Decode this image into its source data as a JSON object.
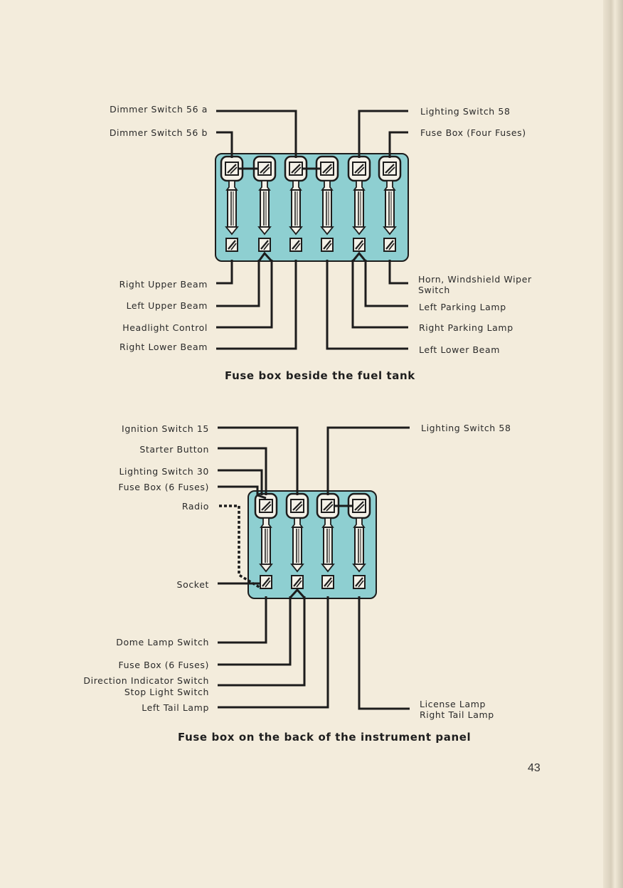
{
  "page": {
    "number": "43"
  },
  "diagram1": {
    "caption": "Fuse box beside the fuel tank",
    "left_labels": [
      "Dimmer Switch 56 a",
      "Dimmer Switch 56 b",
      "Right Upper Beam",
      "Left Upper Beam",
      "Headlight Control",
      "Right Lower Beam"
    ],
    "right_labels": [
      "Lighting Switch 58",
      "Fuse Box (Four Fuses)",
      "Horn, Windshield Wiper",
      "Switch",
      "Left Parking Lamp",
      "Right Parking Lamp",
      "Left Lower Beam"
    ],
    "fuse_count": 6
  },
  "diagram2": {
    "caption": "Fuse box on the back of the instrument panel",
    "left_labels": [
      "Ignition Switch 15",
      "Starter Button",
      "Lighting Switch 30",
      "Fuse Box (6 Fuses)",
      "Radio",
      "Socket",
      "Dome Lamp Switch",
      "Fuse Box (6 Fuses)",
      "Direction Indicator Switch",
      "Stop Light Switch",
      "Left Tail Lamp"
    ],
    "right_labels": [
      "Lighting Switch 58",
      "License Lamp",
      "Right Tail Lamp"
    ],
    "fuse_count": 4
  },
  "colors": {
    "paper": "#f3ecdc",
    "fuse_box": "#8ecfd1",
    "wire": "#1c1c1c",
    "fuse_body": "#f4f1e8"
  }
}
